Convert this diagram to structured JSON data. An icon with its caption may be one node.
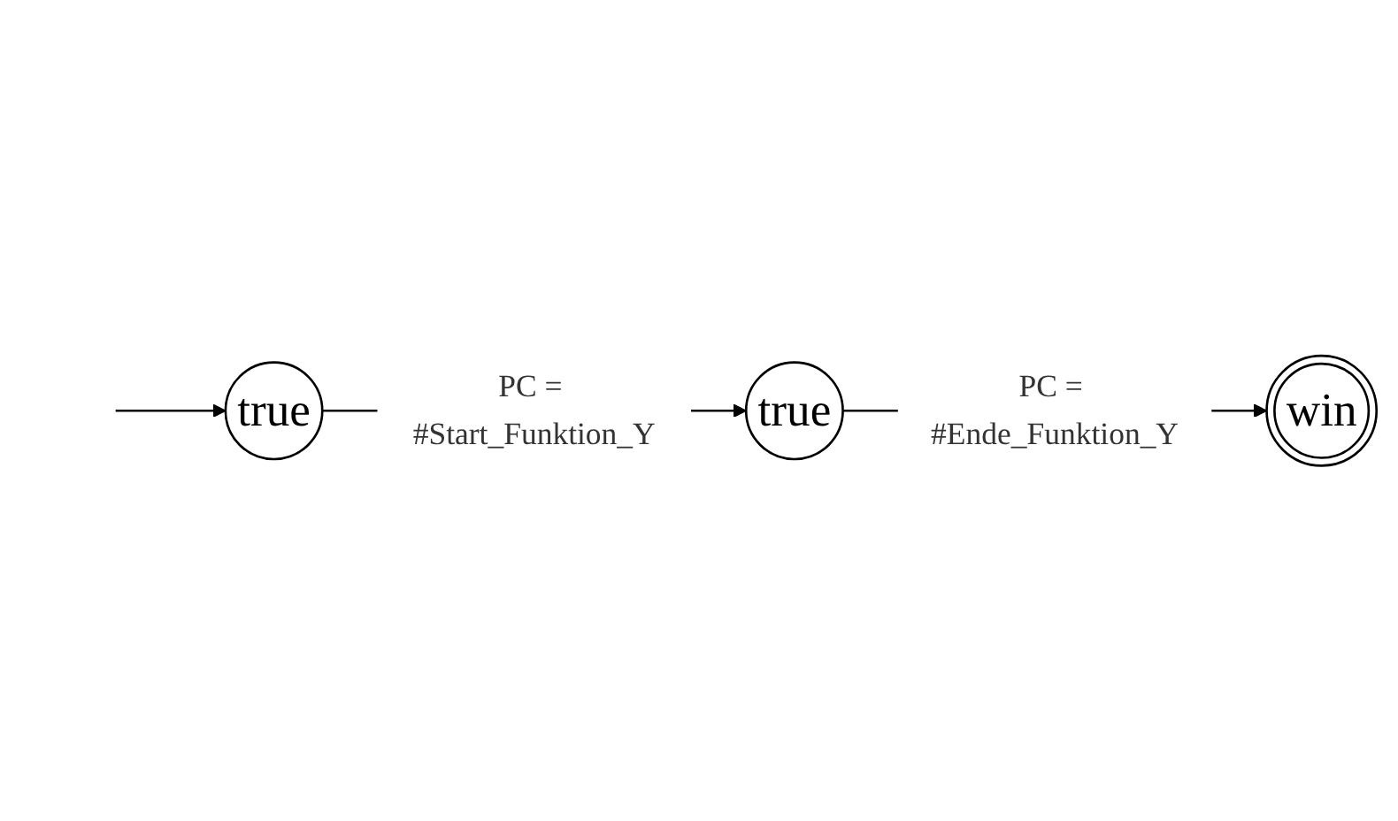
{
  "diagram": {
    "nodes": [
      {
        "text": [
          "true"
        ]
      },
      {
        "text": [
          "true"
        ]
      },
      {
        "text": [
          "win"
        ]
      }
    ],
    "edges": [
      {
        "from": null,
        "to": 0,
        "arrow": "to"
      },
      {
        "from": 0,
        "to": 1,
        "arrow": "to",
        "label": "PC = #Start_Funktion_Y"
      },
      {
        "from": 1,
        "to": 2,
        "arrow": "to",
        "label": "PC = #Ende_Funktion_Y"
      }
    ]
  }
}
